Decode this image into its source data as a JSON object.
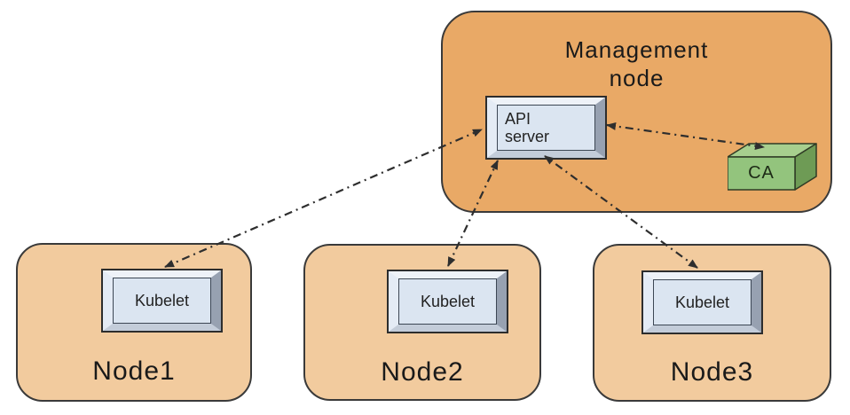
{
  "diagram": {
    "management": {
      "title": "Management node",
      "api_server_label": "API server",
      "ca_label": "CA"
    },
    "nodes": [
      {
        "name": "Node1",
        "component": "Kubelet"
      },
      {
        "name": "Node2",
        "component": "Kubelet"
      },
      {
        "name": "Node3",
        "component": "Kubelet"
      }
    ],
    "connections": [
      {
        "from": "Kubelet (Node1)",
        "to": "API server",
        "style": "dash-dot",
        "bidirectional": true
      },
      {
        "from": "Kubelet (Node2)",
        "to": "API server",
        "style": "dash-dot",
        "bidirectional": true
      },
      {
        "from": "Kubelet (Node3)",
        "to": "API server",
        "style": "dash-dot",
        "bidirectional": true
      },
      {
        "from": "API server",
        "to": "CA",
        "style": "dash-dot",
        "bidirectional": true
      }
    ],
    "colors": {
      "management_fill": "#e9a966",
      "node_fill": "#f2cb9e",
      "box_face": "#dbe5f1",
      "bevel_light": "#eef2f8",
      "bevel_left": "#e4ebf5",
      "bevel_right": "#97a1b1",
      "bevel_bottom": "#c3ccd9",
      "ca_front": "#93c47d",
      "ca_top": "#a7cf8e",
      "ca_side": "#6e9b55",
      "outline": "#3a3a3a",
      "arrow": "#2e2e2e",
      "text": "#1a1a1a"
    }
  }
}
